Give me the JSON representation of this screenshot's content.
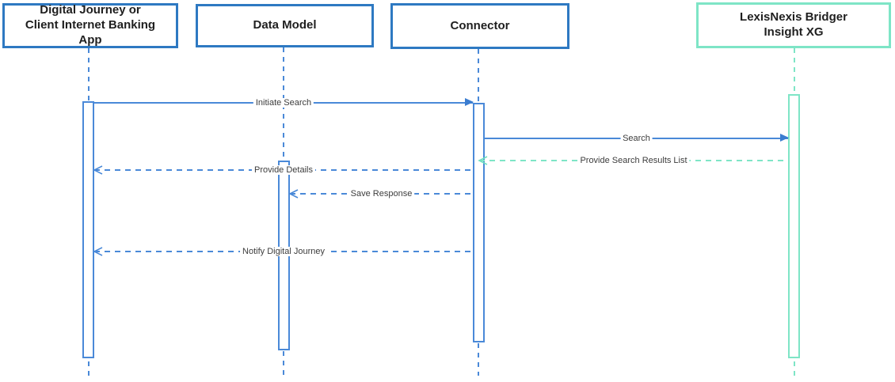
{
  "diagram_type": "sequence-diagram",
  "colors": {
    "actor_border_blue": "#2e79c2",
    "flow_blue": "#4a89d8",
    "arrowhead_blue": "#3b7dd0",
    "teal": "#7ee5c6",
    "actor_text": "#1f1f1f",
    "message_text": "#3c3c3c",
    "background": "#ffffff"
  },
  "actors": [
    {
      "id": "digital-journey",
      "label": "Digital Journey or Client Internet Banking App",
      "color": "#2e79c2"
    },
    {
      "id": "data-model",
      "label": "Data Model",
      "color": "#2e79c2"
    },
    {
      "id": "connector",
      "label": "Connector",
      "color": "#2e79c2"
    },
    {
      "id": "lexisnexis-bridger-insight-xg",
      "label": "LexisNexis Bridger Insight XG",
      "color": "#7ee5c6"
    }
  ],
  "messages": [
    {
      "label": "Initiate Search",
      "from": "digital-journey",
      "to": "connector",
      "line": "solid",
      "arrowhead": "filled",
      "color": "#4a89d8"
    },
    {
      "label": "Search",
      "from": "connector",
      "to": "lexisnexis-bridger-insight-xg",
      "line": "solid",
      "arrowhead": "filled",
      "color": "#4a89d8"
    },
    {
      "label": "Provide Search Results List",
      "from": "lexisnexis-bridger-insight-xg",
      "to": "connector",
      "line": "dashed",
      "arrowhead": "open",
      "color": "#7ee5c6"
    },
    {
      "label": "Provide Details",
      "from": "connector",
      "to": "digital-journey",
      "line": "dashed",
      "arrowhead": "open",
      "color": "#4a89d8"
    },
    {
      "label": "Save Response",
      "from": "connector",
      "to": "data-model",
      "line": "dashed",
      "arrowhead": "open",
      "color": "#4a89d8"
    },
    {
      "label": "Notify Digital Journey",
      "from": "connector",
      "to": "digital-journey",
      "line": "dashed",
      "arrowhead": "open",
      "color": "#4a89d8"
    }
  ]
}
